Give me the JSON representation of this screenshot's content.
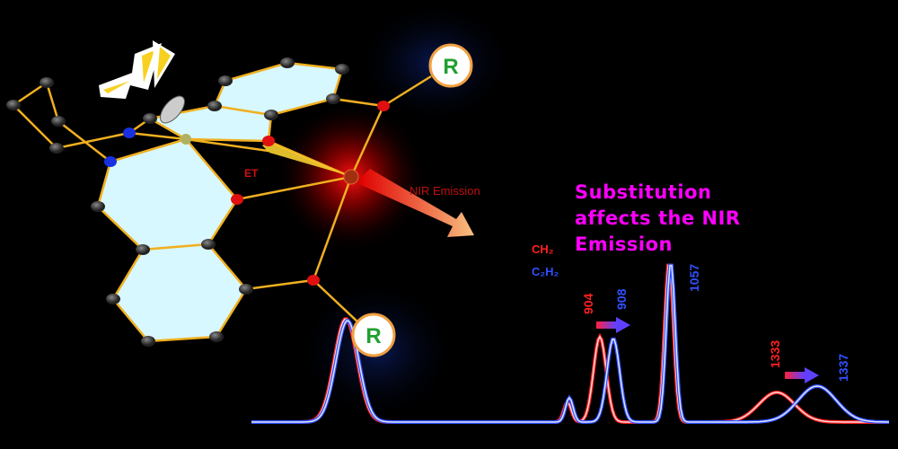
{
  "headline": [
    "Substitution",
    "affects the NIR",
    "Emission"
  ],
  "labels": {
    "et": "ET",
    "nir_emission": "NIR Emission",
    "r_group": "R",
    "legend_ch2": "CH₂",
    "legend_c2h2": "C₂H₂"
  },
  "colors": {
    "ch2": "#ff2020",
    "c2h2": "#3050ff",
    "headline": "#ff00ff",
    "bond": "#f0b020",
    "ring_fill": "#d8f8ff"
  },
  "spectrum": {
    "peak_labels": [
      {
        "series": "CH2",
        "value": "904"
      },
      {
        "series": "C2H2",
        "value": "908"
      },
      {
        "series": "C2H2",
        "value": "1057"
      },
      {
        "series": "CH2",
        "value": "1333"
      },
      {
        "series": "C2H2",
        "value": "1337"
      }
    ]
  }
}
